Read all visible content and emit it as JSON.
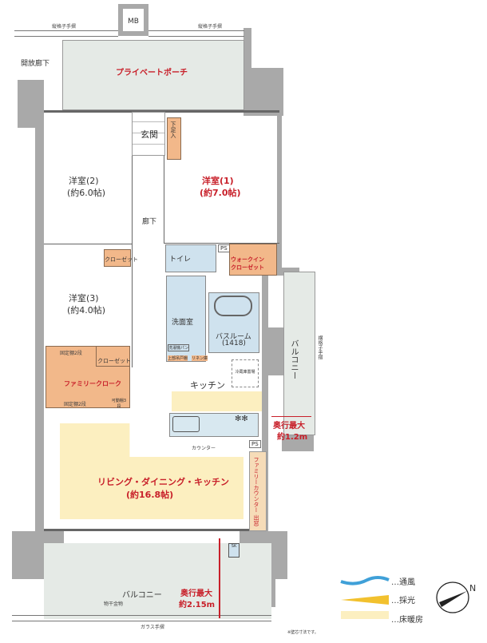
{
  "labels": {
    "mb": "MB",
    "railing_top_left": "縦格子手摺",
    "railing_top_right": "縦格子手摺",
    "open_corridor": "開放廊下",
    "private_porch": "プライベートポーチ",
    "entrance": "玄関",
    "shoe_storage": "下足入",
    "room2_name": "洋室(2)",
    "room2_size": "(約6.0帖)",
    "room1_name": "洋室(1)",
    "room1_size": "(約7.0帖)",
    "hallway": "廊下",
    "closet_room3": "クローゼット",
    "room3_name": "洋室(3)",
    "room3_size": "(約4.0帖)",
    "toilet": "トイレ",
    "ps_top": "PS",
    "walk_in_closet": "ウォークイン\nクローゼット",
    "washroom": "洗面室",
    "laundry_pan": "洗濯機パン",
    "upper_cabinet": "上部吊戸棚",
    "linen": "リネン庫",
    "bathroom": "バスルーム",
    "bathroom_size": "(1418)",
    "fridge": "冷蔵庫置場",
    "kitchen": "キッチン",
    "fixed_shelf_top": "固定棚2段",
    "closet_family": "クローゼット",
    "family_cloak": "ファミリークローク",
    "fixed_shelf_bottom": "固定棚2段",
    "movable_shelf": "可動棚3段",
    "counter": "カウンター",
    "ps_bottom": "PS",
    "ldk_name": "リビング・ダイニング・キッチン",
    "ldk_size": "(約16.8帖)",
    "family_counter": "ファミリーカウンター 出窓",
    "balcony_right": "バルコニー",
    "railing_right": "横格子手摺",
    "depth_right_1": "奥行最大",
    "depth_right_2": "約1.2m",
    "balcony_bottom": "バルコニー",
    "depth_bottom_1": "奥行最大",
    "depth_bottom_2": "約2.15m",
    "sk": "SK",
    "drying_hardware": "物干金物",
    "glass_railing": "ガラス手摺",
    "footnote": "※壁芯寸法です。"
  },
  "legend": [
    {
      "label": "…通風",
      "icon": "wind-icon",
      "color": "#3fa0d8"
    },
    {
      "label": "…採光",
      "icon": "light-icon",
      "color": "#f2c12e"
    },
    {
      "label": "…床暖房",
      "icon": "floor-heating-icon",
      "color": "#fcefc0"
    }
  ],
  "compass": {
    "label": "N",
    "icon": "north-arrow-icon"
  },
  "colors": {
    "accent_red": "#c8202a",
    "storage": "#f2b88a",
    "wet_area": "#cfe2ee",
    "floor_heating": "#fcefc0"
  }
}
